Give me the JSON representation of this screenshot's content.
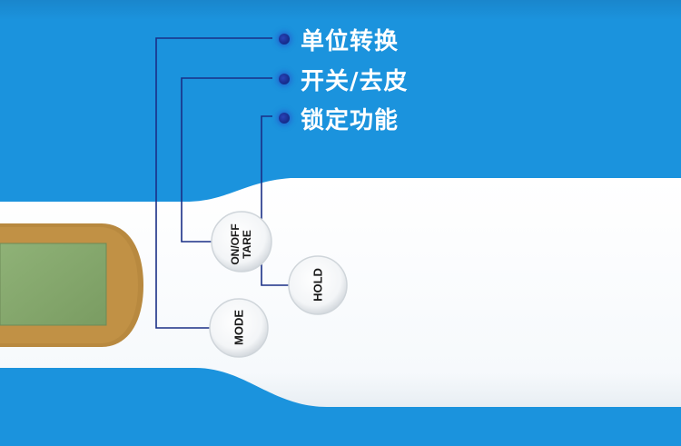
{
  "callouts": [
    {
      "id": "unit",
      "label": "单位转换"
    },
    {
      "id": "power",
      "label": "开关/去皮"
    },
    {
      "id": "lock",
      "label": "锁定功能"
    }
  ],
  "buttons": {
    "onoff_line1": "ON/OFF",
    "onoff_line2": "TARE",
    "hold": "HOLD",
    "mode": "MODE"
  },
  "colors": {
    "background": "#1b93dd",
    "device_body": "#ffffff",
    "lcd_frame": "#b8893f",
    "lcd_screen": "#86a86c",
    "leader_line": "#1a2f86"
  }
}
